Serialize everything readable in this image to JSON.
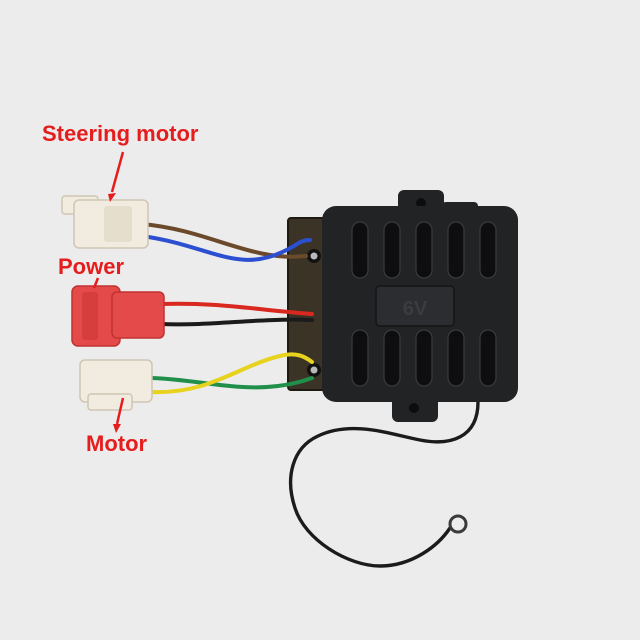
{
  "image": {
    "subject": "controller-module-with-connectors",
    "colors": {
      "background": "#ececec",
      "label": "#e51d1d",
      "housing": "#222325",
      "pcb": "#3a3326",
      "power_plug": "#e44a4a",
      "connector_white": "#f2ece0",
      "wire_red": "#d9281f",
      "wire_black": "#1b1b1b",
      "wire_blue": "#2b4fd0",
      "wire_brown": "#6b4a2c",
      "wire_yellow": "#e7d21e",
      "wire_green": "#1f8f4a"
    }
  },
  "callouts": {
    "steering": "Steering motor",
    "power": "Power",
    "motor": "Motor"
  },
  "housing_mark": "6V"
}
